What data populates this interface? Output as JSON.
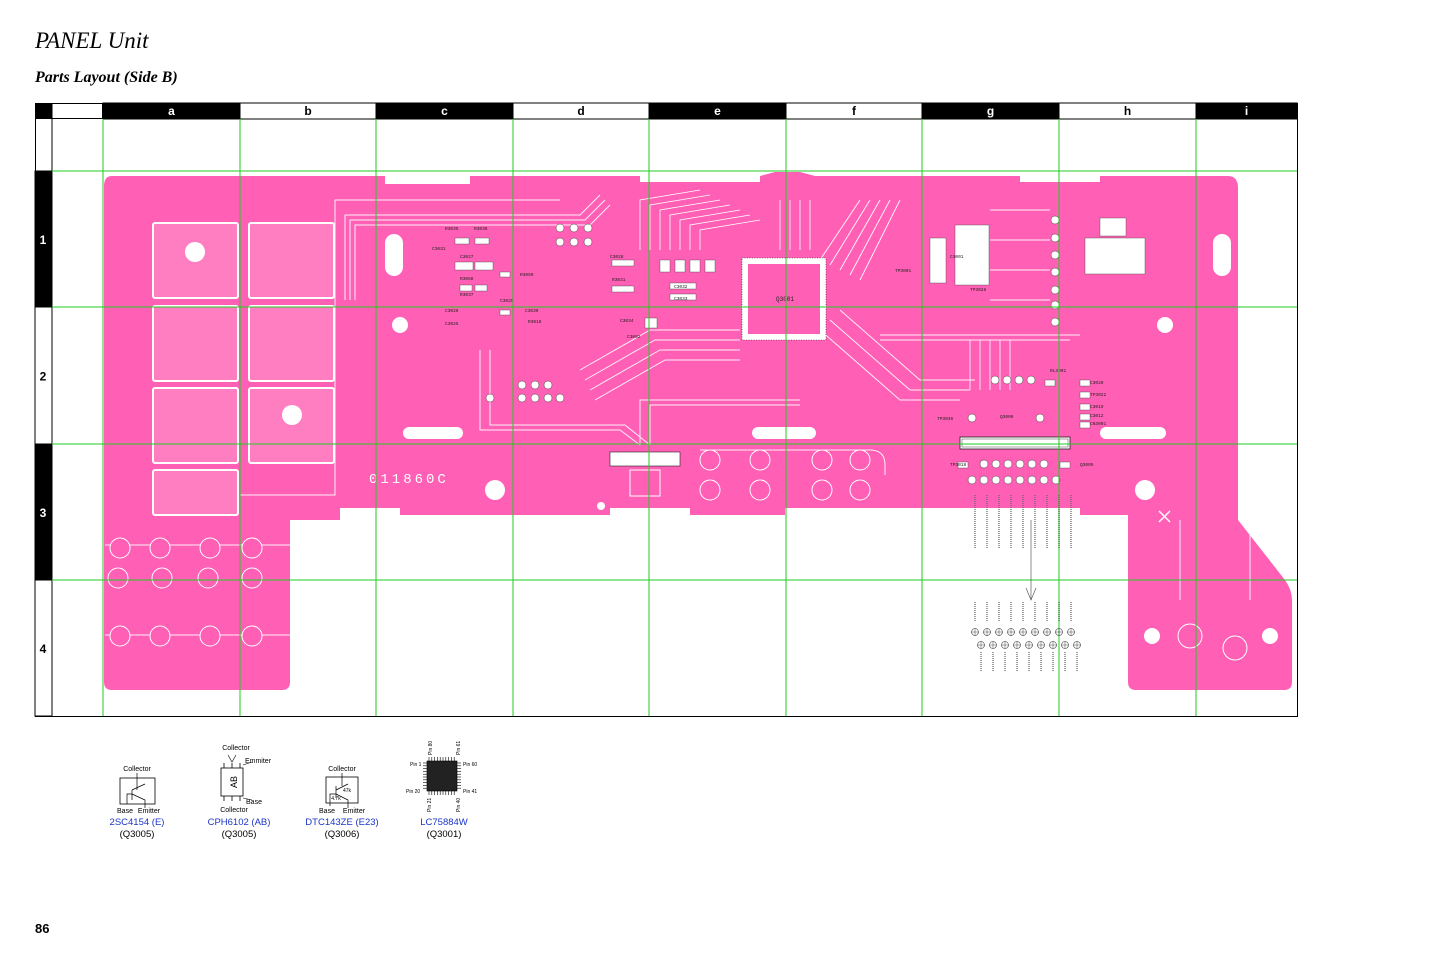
{
  "page": {
    "title": "PANEL Unit",
    "subtitle": "Parts Layout (Side B)",
    "page_number": "86"
  },
  "grid": {
    "columns": [
      "a",
      "b",
      "c",
      "d",
      "e",
      "f",
      "g",
      "h",
      "i"
    ],
    "rows": [
      "1",
      "2",
      "3",
      "4"
    ]
  },
  "board": {
    "silkscreen_id": "011860C",
    "fill_color": "#ff5fb4",
    "grid_line_color": "#22cc22",
    "ic_label": "Q3001",
    "components": [
      "R3035",
      "R3036",
      "C3031",
      "C3027",
      "R3058",
      "R3037",
      "C3026",
      "C3029",
      "C3025",
      "R3059",
      "C3030",
      "R3018",
      "C3028",
      "R3031",
      "C3032",
      "C3033",
      "C3034",
      "C3002",
      "C3001",
      "TP3001",
      "TP3028",
      "TP3036",
      "TP3018",
      "Q3005",
      "Q3006",
      "RL3001",
      "C3020",
      "TP3022",
      "C3019",
      "C3012",
      "CN3001"
    ]
  },
  "packages": [
    {
      "name": "2SC4154 (E)",
      "ref": "(Q3005)",
      "pins": {
        "top": "Collector",
        "bottom_left": "Base",
        "bottom_right": "Emitter"
      }
    },
    {
      "name": "CPH6102 (AB)",
      "ref": "(Q3005)",
      "marking": "AB",
      "pins": {
        "top": "Collector",
        "right_top": "Emmiter",
        "right_bottom": "Base",
        "bottom": "Collector"
      }
    },
    {
      "name": "DTC143ZE (E23)",
      "ref": "(Q3006)",
      "resistors": [
        "47k",
        "4.7k"
      ],
      "pins": {
        "top": "Collector",
        "bottom_left": "Base",
        "bottom_right": "Emitter"
      }
    },
    {
      "name": "LC75884W",
      "ref": "(Q3001)",
      "pins": {
        "pin80": "Pin 80",
        "pin61": "Pin 61",
        "pin1": "Pin 1",
        "pin60": "Pin 60",
        "pin20": "Pin 20",
        "pin41": "Pin 41",
        "pin21": "Pin 21",
        "pin40": "Pin 40"
      }
    }
  ]
}
